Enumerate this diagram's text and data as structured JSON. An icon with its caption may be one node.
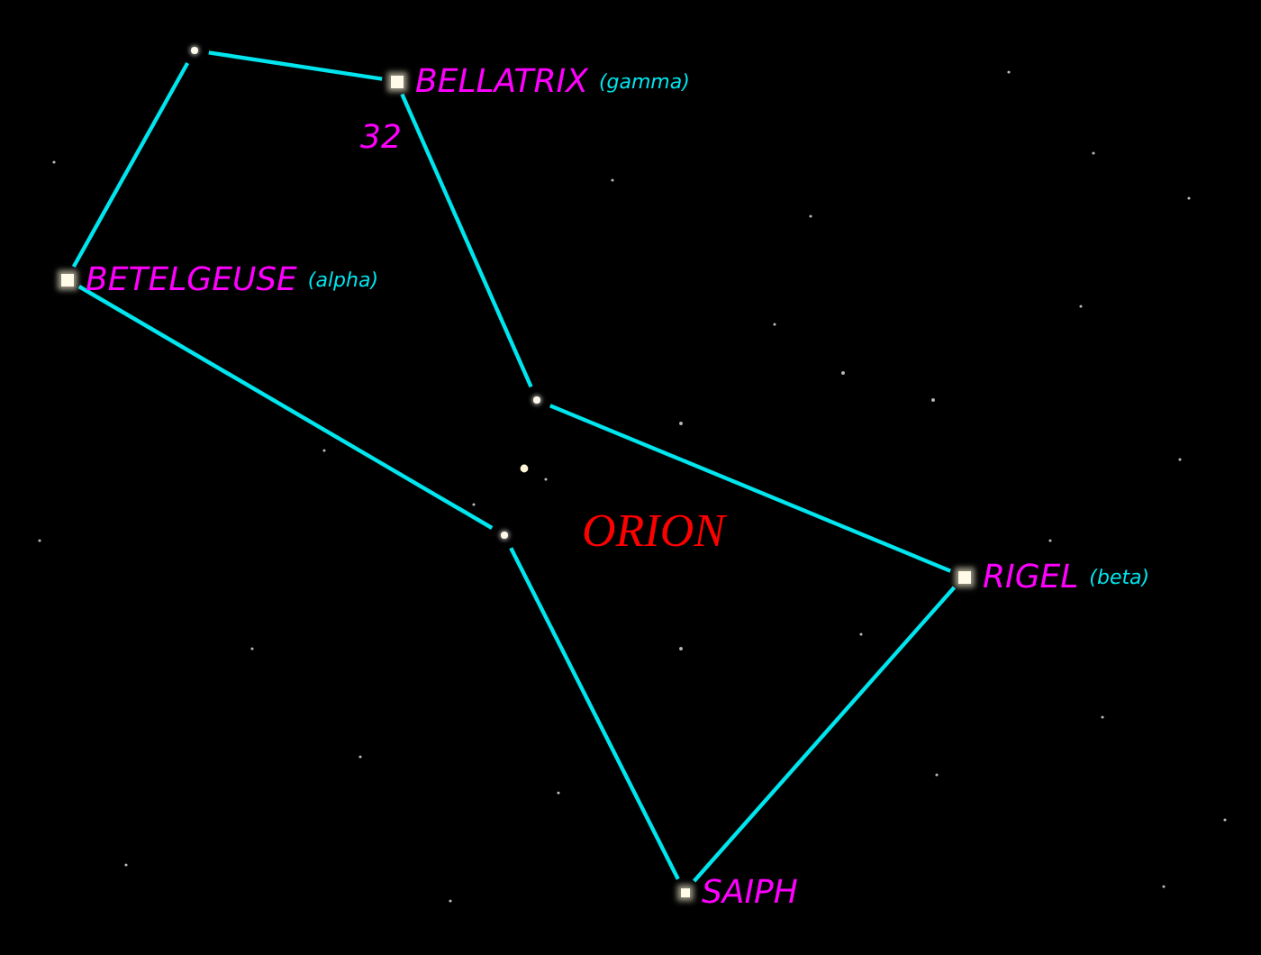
{
  "diagram": {
    "nodes": [
      {
        "text": [],
        "shape": "circle"
      },
      {
        "text": [
          "BELLATRIX",
          "(gamma)"
        ]
      },
      {
        "text": [
          "BETELGEUSE",
          "(alpha)"
        ]
      },
      {
        "text": [],
        "shape": "circle"
      },
      {
        "text": [],
        "shape": "circle"
      },
      {
        "text": [
          "RIGEL",
          "(beta)"
        ]
      },
      {
        "text": [
          "SAIPH"
        ]
      }
    ],
    "edges": [
      {
        "from": 0,
        "to": 1,
        "arrow": "none"
      },
      {
        "from": 1,
        "to": 3,
        "arrow": "none"
      },
      {
        "from": 3,
        "to": 5,
        "arrow": "none"
      },
      {
        "from": 5,
        "to": 6,
        "arrow": "none"
      },
      {
        "from": 6,
        "to": 4,
        "arrow": "none"
      },
      {
        "from": 4,
        "to": 2,
        "arrow": "none"
      },
      {
        "from": 2,
        "to": 0,
        "arrow": "none"
      }
    ],
    "labels": [
      "32",
      "ORION"
    ]
  }
}
